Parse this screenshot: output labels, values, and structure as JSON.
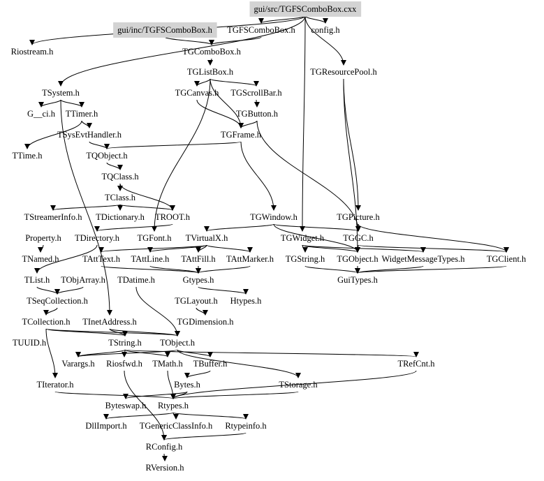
{
  "diagram": {
    "title": "gui/src/TGFSComboBox.cxx include dependency graph",
    "highlight_color": "#d3d3d3",
    "nodes": [
      {
        "id": "cxx",
        "label": "gui/src/TGFSComboBox.cxx",
        "highlighted": true
      },
      {
        "id": "inc",
        "label": "gui/inc/TGFSComboBox.h",
        "highlighted": true
      },
      {
        "id": "TGFSComboBox",
        "label": "TGFSComboBox.h"
      },
      {
        "id": "config",
        "label": "config.h"
      },
      {
        "id": "Riostream",
        "label": "Riostream.h"
      },
      {
        "id": "TGComboBox",
        "label": "TGComboBox.h"
      },
      {
        "id": "TGResourcePool",
        "label": "TGResourcePool.h"
      },
      {
        "id": "TGListBox",
        "label": "TGListBox.h"
      },
      {
        "id": "TSystem",
        "label": "TSystem.h"
      },
      {
        "id": "TGCanvas",
        "label": "TGCanvas.h"
      },
      {
        "id": "TGScrollBar",
        "label": "TGScrollBar.h"
      },
      {
        "id": "G__ci",
        "label": "G__ci.h"
      },
      {
        "id": "TTimer",
        "label": "TTimer.h"
      },
      {
        "id": "TGButton",
        "label": "TGButton.h"
      },
      {
        "id": "TSysEvtHandler",
        "label": "TSysEvtHandler.h"
      },
      {
        "id": "TGFrame",
        "label": "TGFrame.h"
      },
      {
        "id": "TTime",
        "label": "TTime.h"
      },
      {
        "id": "TQObject",
        "label": "TQObject.h"
      },
      {
        "id": "TQClass",
        "label": "TQClass.h"
      },
      {
        "id": "TClass",
        "label": "TClass.h"
      },
      {
        "id": "TStreamerInfo",
        "label": "TStreamerInfo.h"
      },
      {
        "id": "TDictionary",
        "label": "TDictionary.h"
      },
      {
        "id": "TROOT",
        "label": "TROOT.h"
      },
      {
        "id": "TGWindow",
        "label": "TGWindow.h"
      },
      {
        "id": "TGPicture",
        "label": "TGPicture.h"
      },
      {
        "id": "Property",
        "label": "Property.h"
      },
      {
        "id": "TDirectory",
        "label": "TDirectory.h"
      },
      {
        "id": "TGFont",
        "label": "TGFont.h"
      },
      {
        "id": "TVirtualX",
        "label": "TVirtualX.h"
      },
      {
        "id": "TGWidget",
        "label": "TGWidget.h"
      },
      {
        "id": "TGGC",
        "label": "TGGC.h"
      },
      {
        "id": "TNamed",
        "label": "TNamed.h"
      },
      {
        "id": "TAttText",
        "label": "TAttText.h"
      },
      {
        "id": "TAttLine",
        "label": "TAttLine.h"
      },
      {
        "id": "TAttFill",
        "label": "TAttFill.h"
      },
      {
        "id": "TAttMarker",
        "label": "TAttMarker.h"
      },
      {
        "id": "TGString",
        "label": "TGString.h"
      },
      {
        "id": "TGObject",
        "label": "TGObject.h"
      },
      {
        "id": "WidgetMessageTypes",
        "label": "WidgetMessageTypes.h"
      },
      {
        "id": "TGClient",
        "label": "TGClient.h"
      },
      {
        "id": "TList",
        "label": "TList.h"
      },
      {
        "id": "TObjArray",
        "label": "TObjArray.h"
      },
      {
        "id": "TDatime",
        "label": "TDatime.h"
      },
      {
        "id": "Gtypes",
        "label": "Gtypes.h"
      },
      {
        "id": "GuiTypes",
        "label": "GuiTypes.h"
      },
      {
        "id": "TSeqCollection",
        "label": "TSeqCollection.h"
      },
      {
        "id": "TGLayout",
        "label": "TGLayout.h"
      },
      {
        "id": "Htypes",
        "label": "Htypes.h"
      },
      {
        "id": "TCollection",
        "label": "TCollection.h"
      },
      {
        "id": "TInetAddress",
        "label": "TInetAddress.h"
      },
      {
        "id": "TGDimension",
        "label": "TGDimension.h"
      },
      {
        "id": "TUUID",
        "label": "TUUID.h"
      },
      {
        "id": "TString",
        "label": "TString.h"
      },
      {
        "id": "TObject",
        "label": "TObject.h"
      },
      {
        "id": "Varargs",
        "label": "Varargs.h"
      },
      {
        "id": "Riosfwd",
        "label": "Riosfwd.h"
      },
      {
        "id": "TMath",
        "label": "TMath.h"
      },
      {
        "id": "TBuffer",
        "label": "TBuffer.h"
      },
      {
        "id": "TRefCnt",
        "label": "TRefCnt.h"
      },
      {
        "id": "TIterator",
        "label": "TIterator.h"
      },
      {
        "id": "Bytes",
        "label": "Bytes.h"
      },
      {
        "id": "TStorage",
        "label": "TStorage.h"
      },
      {
        "id": "Byteswap",
        "label": "Byteswap.h"
      },
      {
        "id": "Rtypes",
        "label": "Rtypes.h"
      },
      {
        "id": "DllImport",
        "label": "DllImport.h"
      },
      {
        "id": "TGenericClassInfo",
        "label": "TGenericClassInfo.h"
      },
      {
        "id": "Rtypeinfo",
        "label": "Rtypeinfo.h"
      },
      {
        "id": "RConfig",
        "label": "RConfig.h"
      },
      {
        "id": "RVersion",
        "label": "RVersion.h"
      }
    ],
    "edges": [
      [
        "cxx",
        "TGFSComboBox"
      ],
      [
        "cxx",
        "config"
      ],
      [
        "cxx",
        "Riostream"
      ],
      [
        "cxx",
        "TSystem"
      ],
      [
        "cxx",
        "TGResourcePool"
      ],
      [
        "cxx",
        "TGWidget"
      ],
      [
        "inc",
        "TGComboBox"
      ],
      [
        "TGFSComboBox",
        "TGComboBox"
      ],
      [
        "TGComboBox",
        "TGListBox"
      ],
      [
        "TGListBox",
        "TGCanvas"
      ],
      [
        "TGListBox",
        "TGScrollBar"
      ],
      [
        "TGListBox",
        "TGFrame"
      ],
      [
        "TGListBox",
        "TGFont"
      ],
      [
        "TGScrollBar",
        "TGButton"
      ],
      [
        "TGButton",
        "TGFrame"
      ],
      [
        "TGButton",
        "TGGC"
      ],
      [
        "TGCanvas",
        "TGFrame"
      ],
      [
        "TSystem",
        "G__ci"
      ],
      [
        "TSystem",
        "TTimer"
      ],
      [
        "TSystem",
        "TInetAddress"
      ],
      [
        "TTimer",
        "TSysEvtHandler"
      ],
      [
        "TTimer",
        "TTime"
      ],
      [
        "TSysEvtHandler",
        "TQObject"
      ],
      [
        "TGFrame",
        "TQObject"
      ],
      [
        "TGFrame",
        "TGWindow"
      ],
      [
        "TQObject",
        "TQClass"
      ],
      [
        "TQClass",
        "TClass"
      ],
      [
        "TQClass",
        "TROOT"
      ],
      [
        "TClass",
        "TStreamerInfo"
      ],
      [
        "TClass",
        "TDictionary"
      ],
      [
        "TClass",
        "TROOT"
      ],
      [
        "TROOT",
        "TDirectory"
      ],
      [
        "TGWindow",
        "TVirtualX"
      ],
      [
        "TGWindow",
        "TGGC"
      ],
      [
        "TGWindow",
        "TGObject"
      ],
      [
        "TGResourcePool",
        "TGPicture"
      ],
      [
        "TGResourcePool",
        "TGObject"
      ],
      [
        "TGPicture",
        "TGGC"
      ],
      [
        "TGPicture",
        "TGClient"
      ],
      [
        "TGGC",
        "TGObject"
      ],
      [
        "TGGC",
        "TGClient"
      ],
      [
        "TVirtualX",
        "TAttText"
      ],
      [
        "TVirtualX",
        "TAttFill"
      ],
      [
        "TVirtualX",
        "TAttMarker"
      ],
      [
        "TVirtualX",
        "TAttLine"
      ],
      [
        "TGWidget",
        "TGObject"
      ],
      [
        "TGWidget",
        "WidgetMessageTypes"
      ],
      [
        "TGWidget",
        "TGString"
      ],
      [
        "Property",
        "TNamed"
      ],
      [
        "TDirectory",
        "TList"
      ],
      [
        "TAttText",
        "Gtypes"
      ],
      [
        "TAttLine",
        "Gtypes"
      ],
      [
        "TAttFill",
        "Gtypes"
      ],
      [
        "TAttMarker",
        "Gtypes"
      ],
      [
        "TGObject",
        "GuiTypes"
      ],
      [
        "TGString",
        "GuiTypes"
      ],
      [
        "TGClient",
        "GuiTypes"
      ],
      [
        "WidgetMessageTypes",
        "GuiTypes"
      ],
      [
        "TList",
        "TSeqCollection"
      ],
      [
        "TObjArray",
        "TSeqCollection"
      ],
      [
        "Gtypes",
        "Htypes"
      ],
      [
        "TSeqCollection",
        "TCollection"
      ],
      [
        "TGLayout",
        "TGDimension"
      ],
      [
        "TDatime",
        "TObject"
      ],
      [
        "TCollection",
        "TIterator"
      ],
      [
        "TCollection",
        "TString"
      ],
      [
        "TCollection",
        "TObject"
      ],
      [
        "TInetAddress",
        "TString"
      ],
      [
        "TInetAddress",
        "TObject"
      ],
      [
        "TString",
        "Riosfwd"
      ],
      [
        "TString",
        "TMath"
      ],
      [
        "TString",
        "TRefCnt"
      ],
      [
        "TString",
        "Varargs"
      ],
      [
        "TObject",
        "TBuffer"
      ],
      [
        "TObject",
        "TStorage"
      ],
      [
        "TObject",
        "Varargs"
      ],
      [
        "TBuffer",
        "Bytes"
      ],
      [
        "Bytes",
        "Rtypes"
      ],
      [
        "Bytes",
        "Byteswap"
      ],
      [
        "TMath",
        "Rtypes"
      ],
      [
        "TIterator",
        "Rtypes"
      ],
      [
        "TStorage",
        "Rtypes"
      ],
      [
        "TRefCnt",
        "Rtypes"
      ],
      [
        "Rtypes",
        "DllImport"
      ],
      [
        "Rtypes",
        "TGenericClassInfo"
      ],
      [
        "Rtypes",
        "Rtypeinfo"
      ],
      [
        "Rtypeinfo",
        "RConfig"
      ],
      [
        "Riosfwd",
        "RConfig"
      ],
      [
        "RConfig",
        "RVersion"
      ]
    ]
  }
}
